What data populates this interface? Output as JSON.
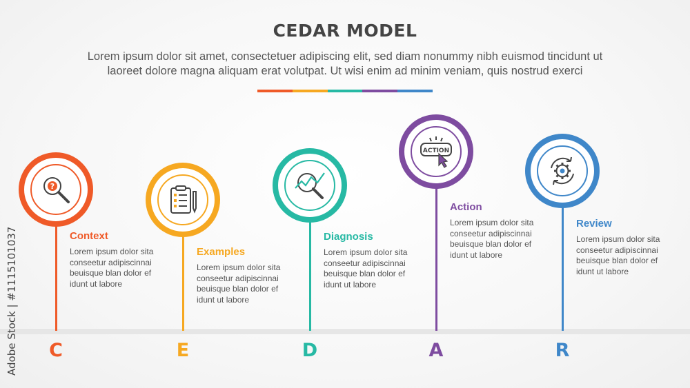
{
  "title": "CEDAR MODEL",
  "subtitle_line1": "Lorem ipsum dolor sit amet, consectetuer adipiscing elit, sed diam nonummy nibh euismod tincidunt ut",
  "subtitle_line2": "laoreet dolore magna aliquam erat volutpat. Ut wisi enim ad minim veniam, quis nostrud exerci",
  "divider_colors": [
    "#ef5a28",
    "#f6a821",
    "#27b9a4",
    "#7e4ca0",
    "#3f87c9"
  ],
  "credit": "Adobe Stock | #1115101037",
  "stages": [
    {
      "letter": "C",
      "label": "Context",
      "color": "#ef5a28",
      "icon": "magnifier-question-icon",
      "desc": [
        "Lorem ipsum dolor sita",
        "conseetur adipiscinnai",
        "beuisque blan dolor ef",
        "idunt ut labore"
      ]
    },
    {
      "letter": "E",
      "label": "Examples",
      "color": "#f6a821",
      "icon": "clipboard-checklist-icon",
      "desc": [
        "Lorem ipsum dolor sita",
        "conseetur adipiscinnai",
        "beuisque blan dolor ef",
        "idunt ut labore"
      ]
    },
    {
      "letter": "D",
      "label": "Diagnosis",
      "color": "#27b9a4",
      "icon": "magnifier-chart-icon",
      "desc": [
        "Lorem ipsum dolor sita",
        "conseetur adipiscinnai",
        "beuisque blan dolor ef",
        "idunt ut labore"
      ]
    },
    {
      "letter": "A",
      "label": "Action",
      "color": "#7e4ca0",
      "icon": "action-button-cursor-icon",
      "icon_text": "ACTION",
      "desc": [
        "Lorem ipsum dolor sita",
        "conseetur adipiscinnai",
        "beuisque blan dolor ef",
        "idunt ut labore"
      ]
    },
    {
      "letter": "R",
      "label": "Review",
      "color": "#3f87c9",
      "icon": "gear-cycle-icon",
      "desc": [
        "Lorem ipsum dolor sita",
        "conseetur adipiscinnai",
        "beuisque blan dolor ef",
        "idunt ut labore"
      ]
    }
  ]
}
